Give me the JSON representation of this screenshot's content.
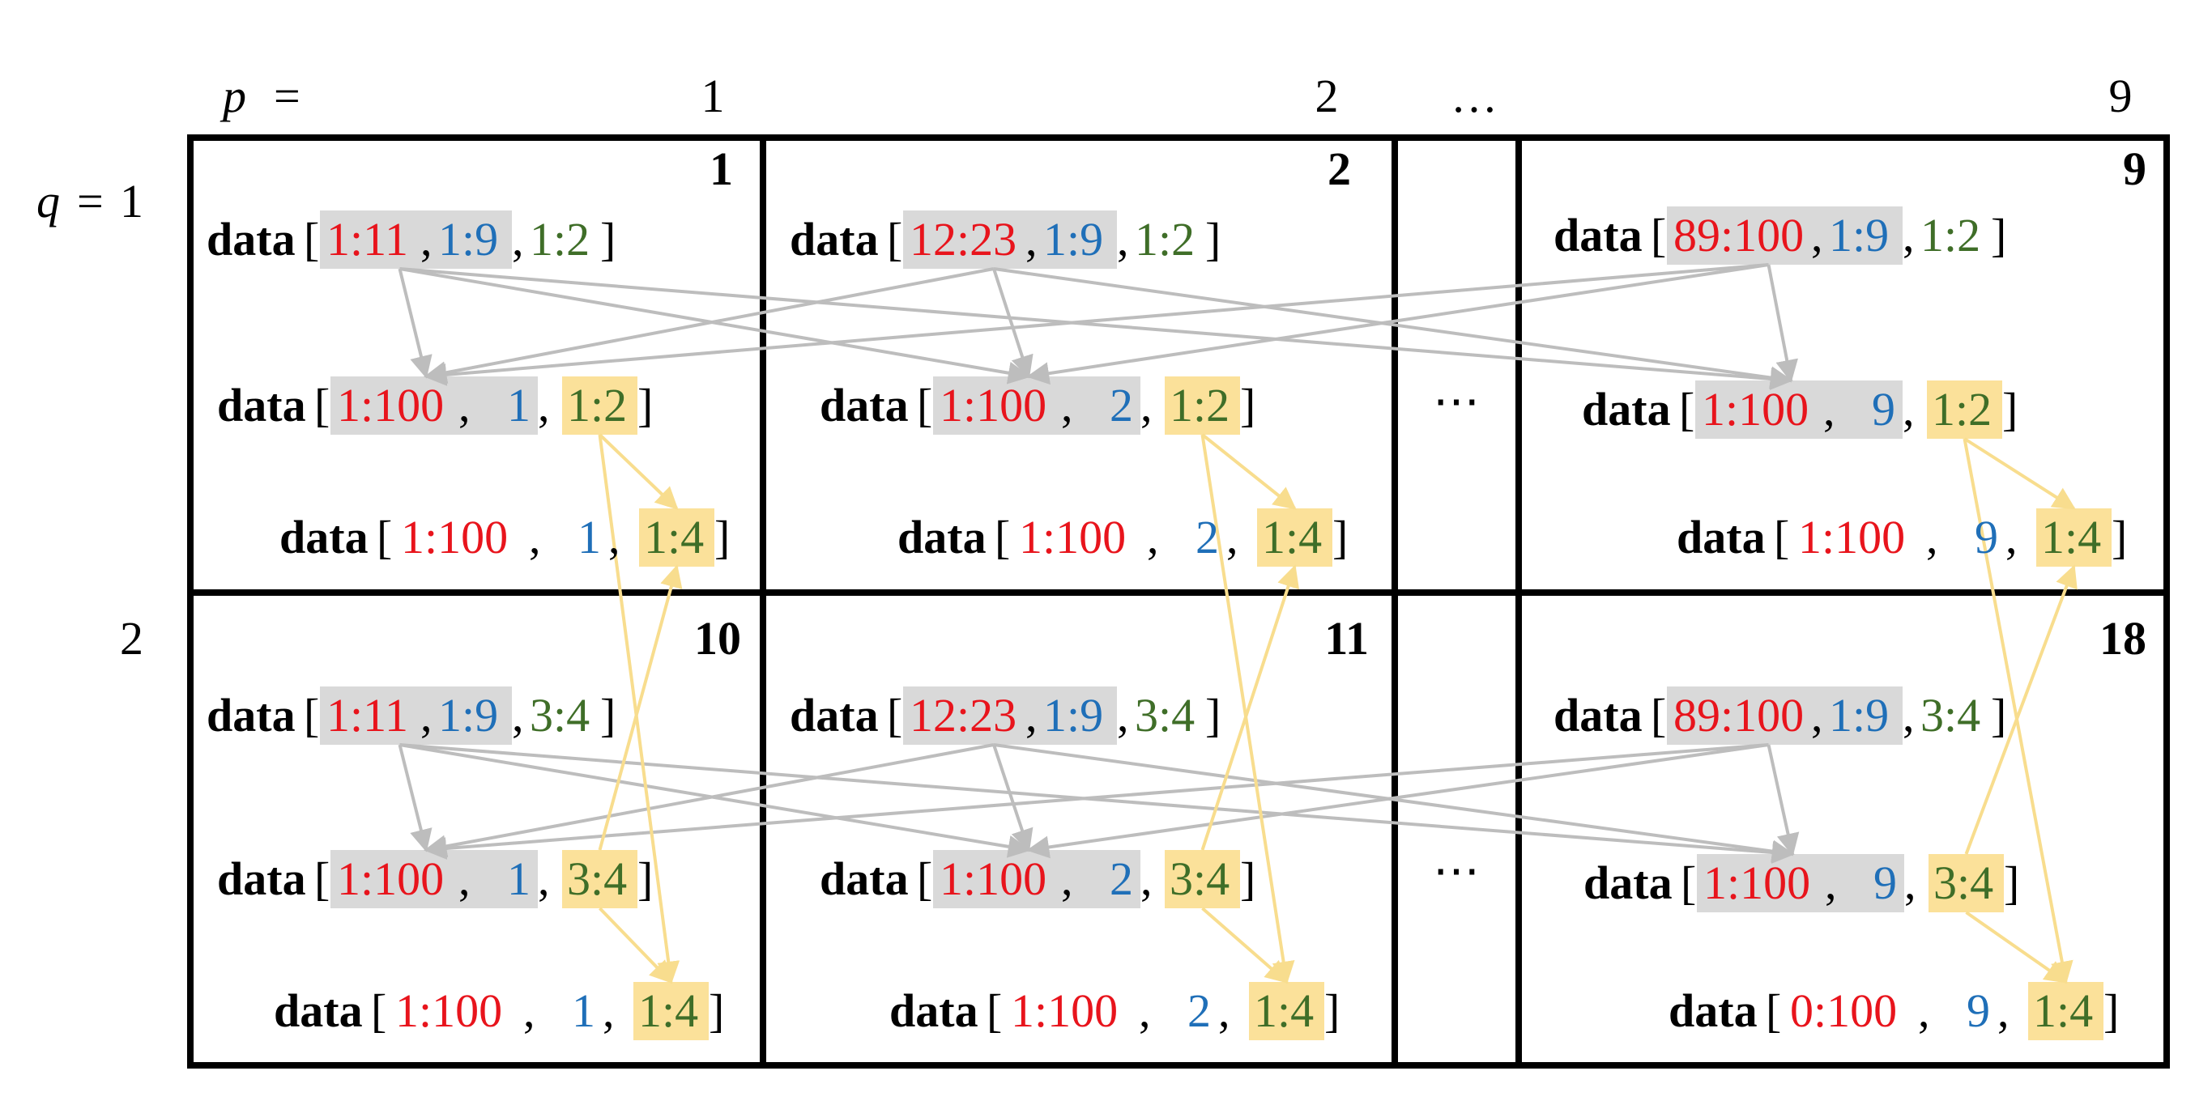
{
  "colors": {
    "red": "#e8141c",
    "blue": "#1f6fb8",
    "green": "#3f6e28",
    "grey_box": "#d9d9d9",
    "yellow_box": "#fbe19a",
    "grey_arrow": "#bdbdbd",
    "yellow_arrow": "#f8dd8e",
    "frame": "#000000"
  },
  "header": {
    "p_var": "p",
    "q_var": "q",
    "equals": "=",
    "p_values": [
      "1",
      "2",
      "…",
      "9"
    ],
    "q_values": [
      "1",
      "2"
    ],
    "ellipsis": "⋯"
  },
  "keyword": "data",
  "open_bracket": "[",
  "close_bracket": "]",
  "comma": ",",
  "cells": [
    {
      "id": "1",
      "l1": [
        "1:11",
        "1:9",
        "1:2"
      ],
      "l2": [
        "1:100",
        "1",
        "1:2"
      ],
      "l3": [
        "1:100",
        "1",
        "1:4"
      ]
    },
    {
      "id": "2",
      "l1": [
        "12:23",
        "1:9",
        "1:2"
      ],
      "l2": [
        "1:100",
        "2",
        "1:2"
      ],
      "l3": [
        "1:100",
        "2",
        "1:4"
      ]
    },
    {
      "id": "9",
      "l1": [
        "89:100",
        "1:9",
        "1:2"
      ],
      "l2": [
        "1:100",
        "9",
        "1:2"
      ],
      "l3": [
        "1:100",
        "9",
        "1:4"
      ]
    },
    {
      "id": "10",
      "l1": [
        "1:11",
        "1:9",
        "3:4"
      ],
      "l2": [
        "1:100",
        "1",
        "3:4"
      ],
      "l3": [
        "1:100",
        "1",
        "1:4"
      ]
    },
    {
      "id": "11",
      "l1": [
        "12:23",
        "1:9",
        "3:4"
      ],
      "l2": [
        "1:100",
        "2",
        "3:4"
      ],
      "l3": [
        "1:100",
        "2",
        "1:4"
      ]
    },
    {
      "id": "18",
      "l1": [
        "89:100",
        "1:9",
        "3:4"
      ],
      "l2": [
        "1:100",
        "9",
        "3:4"
      ],
      "l3": [
        "0:100",
        "9",
        "1:4"
      ]
    }
  ]
}
